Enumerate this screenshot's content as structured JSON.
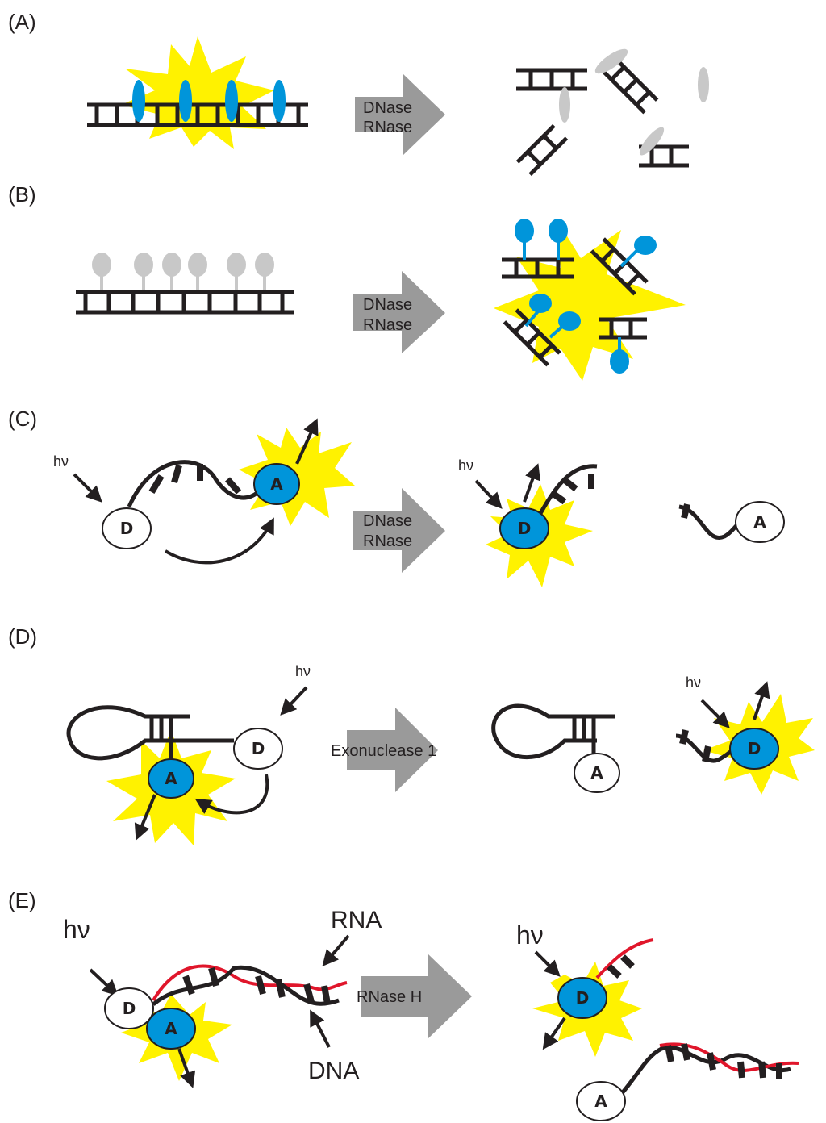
{
  "colors": {
    "ink": "#231f20",
    "flash": "#fff200",
    "dye_active": "#0095da",
    "dye_quenched": "#c8c8c8",
    "rna_strand": "#e0162b",
    "process_arrow": "#9a9a9a"
  },
  "panels": {
    "a": {
      "label": "(A)",
      "process": [
        "DNase",
        "RNase"
      ]
    },
    "b": {
      "label": "(B)",
      "process": [
        "DNase",
        "RNase"
      ]
    },
    "c": {
      "label": "(C)",
      "process": [
        "DNase",
        "RNase"
      ],
      "excitation": "hν",
      "donor": "D",
      "acceptor": "A"
    },
    "d": {
      "label": "(D)",
      "process": [
        "Exonuclease 1"
      ],
      "excitation": "hν",
      "donor": "D",
      "acceptor": "A"
    },
    "e": {
      "label": "(E)",
      "process": [
        "RNase H"
      ],
      "excitation": "hν",
      "donor": "D",
      "acceptor": "A",
      "rna_label": "RNA",
      "dna_label": "DNA"
    }
  }
}
